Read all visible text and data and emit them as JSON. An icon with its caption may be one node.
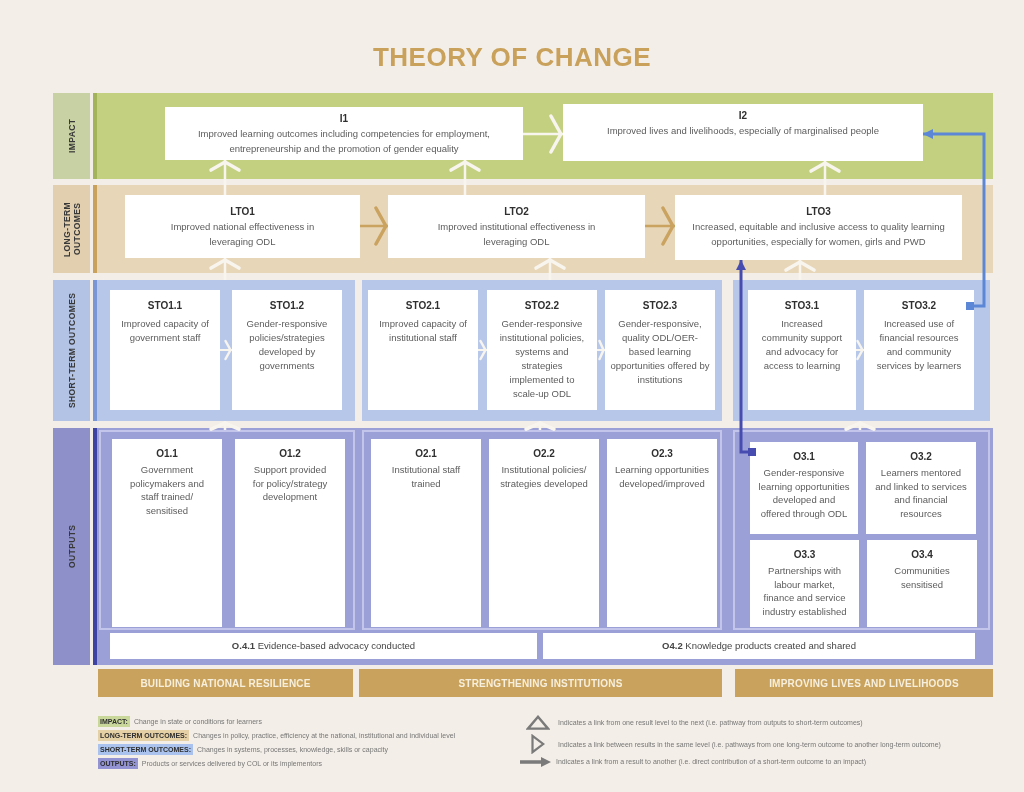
{
  "diagram": {
    "title": "THEORY OF CHANGE",
    "nodes": [
      {
        "text": [
          "IMPACT"
        ]
      },
      {
        "text": [
          "I1",
          "Improved learning outcomes including competencies for employment, entrepreneurship and the promotion of gender equality"
        ],
        "in": 0
      },
      {
        "text": [
          "I2",
          "Improved lives and livelihoods, especially of marginalised people"
        ],
        "in": 0
      },
      {
        "text": [
          "LONG-TERM OUTCOMES"
        ]
      },
      {
        "text": [
          "LTO1",
          "Improved national effectiveness in leveraging ODL"
        ],
        "in": 3
      },
      {
        "text": [
          "LTO2",
          "Improved institutional effectiveness in leveraging ODL"
        ],
        "in": 3
      },
      {
        "text": [
          "LTO3",
          "Increased, equitable and inclusive access to quality learning opportunities, especially for women, girls and PWD"
        ],
        "in": 3
      },
      {
        "text": [
          "SHORT-TERM OUTCOMES"
        ]
      },
      {
        "text": [],
        "shape": "box",
        "in": 7
      },
      {
        "text": [
          "STO1.1",
          "Improved capacity of government staff"
        ],
        "in": 8
      },
      {
        "text": [
          "STO1.2",
          "Gender-responsive policies/strategies developed by governments"
        ],
        "in": 8
      },
      {
        "text": [],
        "shape": "box",
        "in": 7
      },
      {
        "text": [
          "STO2.1",
          "Improved capacity of institutional staff"
        ],
        "in": 11
      },
      {
        "text": [
          "STO2.2",
          "Gender-responsive institutional policies, systems and strategies implemented to scale-up ODL"
        ],
        "in": 11
      },
      {
        "text": [
          "STO2.3",
          "Gender-responsive, quality ODL/OER-based learning opportunities offered by institutions"
        ],
        "in": 11
      },
      {
        "text": [],
        "shape": "box",
        "in": 7
      },
      {
        "text": [
          "STO3.1",
          "Increased community support and advocacy for access to learning"
        ],
        "in": 15
      },
      {
        "text": [
          "STO3.2",
          "Increased use of financial resources and community services by learners"
        ],
        "in": 15
      },
      {
        "text": [
          "OUTPUTS"
        ]
      },
      {
        "text": [],
        "shape": "box",
        "in": 18
      },
      {
        "text": [
          "O1.1",
          "Government policymakers and staff trained/ sensitised"
        ],
        "in": 19
      },
      {
        "text": [
          "O1.2",
          "Support provided for policy/strategy development"
        ],
        "in": 19
      },
      {
        "text": [],
        "shape": "box",
        "in": 18
      },
      {
        "text": [
          "O2.1",
          "Institutional staff trained"
        ],
        "in": 22
      },
      {
        "text": [
          "O2.2",
          "Institutional policies/ strategies developed"
        ],
        "in": 22
      },
      {
        "text": [
          "O2.3",
          "Learning opportunities developed/improved"
        ],
        "in": 22
      },
      {
        "text": [],
        "shape": "box",
        "in": 18
      },
      {
        "text": [
          "O3.1",
          "Gender-responsive learning opportunities developed and offered through ODL"
        ],
        "in": 26
      },
      {
        "text": [
          "O3.2",
          "Learners mentored and linked to services and financial resources"
        ],
        "in": 26
      },
      {
        "text": [
          "O3.3",
          "Partnerships with labour market, finance and service industry established"
        ],
        "in": 26
      },
      {
        "text": [
          "O3.4",
          "Communities sensitised"
        ],
        "in": 26
      },
      {
        "text": [
          "**O.4.1** Evidence-based advocacy conducted"
        ],
        "in": 18
      },
      {
        "text": [
          "**O4.2** Knowledge products created and shared"
        ],
        "in": 18
      },
      {
        "text": [
          "BUILDING NATIONAL RESILIENCE"
        ]
      },
      {
        "text": [
          "STRENGTHENING INSTITUTIONS"
        ]
      },
      {
        "text": [
          "IMPROVING LIVES AND LIVELIHOODS"
        ]
      }
    ],
    "edges": [
      {
        "from": 4,
        "to": 1,
        "arrow": "to"
      },
      {
        "from": 5,
        "to": 1,
        "arrow": "to"
      },
      {
        "from": 6,
        "to": 2,
        "arrow": "to"
      },
      {
        "from": 1,
        "to": 2,
        "arrow": "to"
      },
      {
        "from": 4,
        "to": 5,
        "arrow": "to",
        "color": "#c9a35f"
      },
      {
        "from": 5,
        "to": 6,
        "arrow": "to",
        "color": "#c9a35f"
      },
      {
        "from": 8,
        "to": 4,
        "arrow": "to"
      },
      {
        "from": 11,
        "to": 5,
        "arrow": "to"
      },
      {
        "from": 15,
        "to": 6,
        "arrow": "to"
      },
      {
        "from": 9,
        "to": 10,
        "arrow": "to"
      },
      {
        "from": 12,
        "to": 13,
        "arrow": "to"
      },
      {
        "from": 13,
        "to": 14,
        "arrow": "to"
      },
      {
        "from": 16,
        "to": 17,
        "arrow": "to"
      },
      {
        "from": 17,
        "to": 2,
        "arrow": "to",
        "color": "#5b87d6"
      },
      {
        "from": 19,
        "to": 8,
        "arrow": "to"
      },
      {
        "from": 22,
        "to": 11,
        "arrow": "to"
      },
      {
        "from": 26,
        "to": 15,
        "arrow": "to"
      },
      {
        "from": 27,
        "to": 6,
        "arrow": "to",
        "color": "#474db0"
      }
    ],
    "legend": [
      {
        "text": "**IMPACT:** Change in state or conditions for learners",
        "color": "#c9d79b"
      },
      {
        "text": "**LONG-TERM OUTCOMES:** Changes in policy, practice, efficiency at the national, institutional and individual level",
        "color": "#e5cfa5"
      },
      {
        "text": "**SHORT-TERM OUTCOMES:** Changes in systems, processes, knowledge, skills or capacity",
        "color": "#a9c3ee"
      },
      {
        "text": "**OUTPUTS:** Products or services delivered by COL or its implementors",
        "color": "#9393d3"
      },
      {
        "text": "Indicates a link from one result level to the next (i.e. pathway from outputs to short-term outcomes)"
      },
      {
        "text": "Indicates a link between results in the same level (i.e. pathways from one long-term outcome to another long-term outcome)"
      },
      {
        "text": "Indicates a link from a result to another (i.e. direct contribution of a short-term outcome to an impact)"
      }
    ]
  }
}
